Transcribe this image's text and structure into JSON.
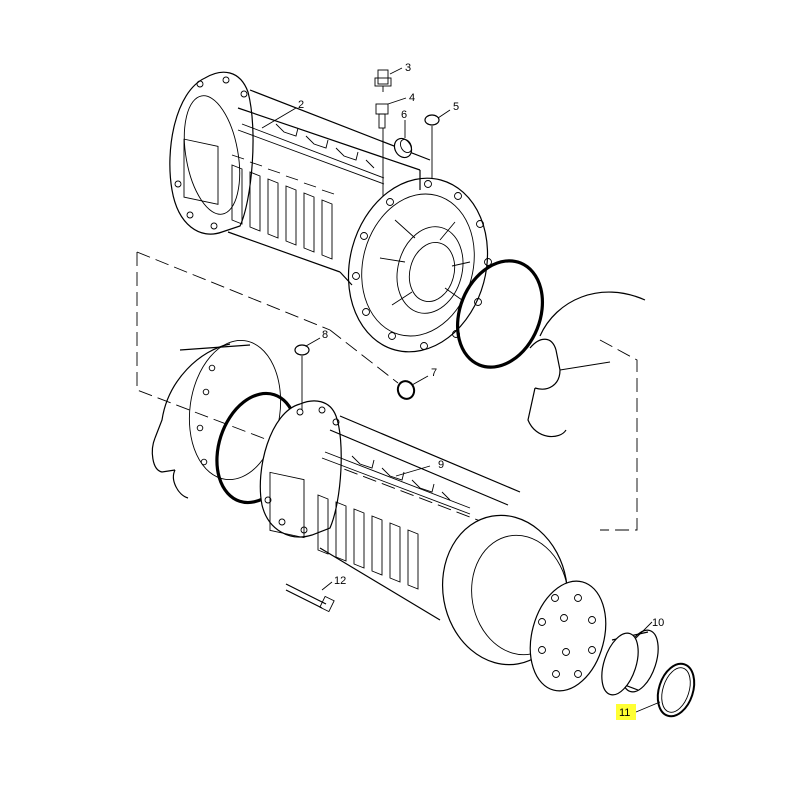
{
  "callouts": [
    {
      "id": "c2",
      "label": "2"
    },
    {
      "id": "c3",
      "label": "3"
    },
    {
      "id": "c4",
      "label": "4"
    },
    {
      "id": "c5",
      "label": "5"
    },
    {
      "id": "c6",
      "label": "6"
    },
    {
      "id": "c7",
      "label": "7"
    },
    {
      "id": "c8",
      "label": "8"
    },
    {
      "id": "c9",
      "label": "9"
    },
    {
      "id": "c10",
      "label": "10"
    },
    {
      "id": "c11",
      "label": "11",
      "highlighted": true
    },
    {
      "id": "c12",
      "label": "12"
    }
  ],
  "colors": {
    "highlight": "#ffff33",
    "ink": "#000000",
    "background": "#ffffff"
  }
}
